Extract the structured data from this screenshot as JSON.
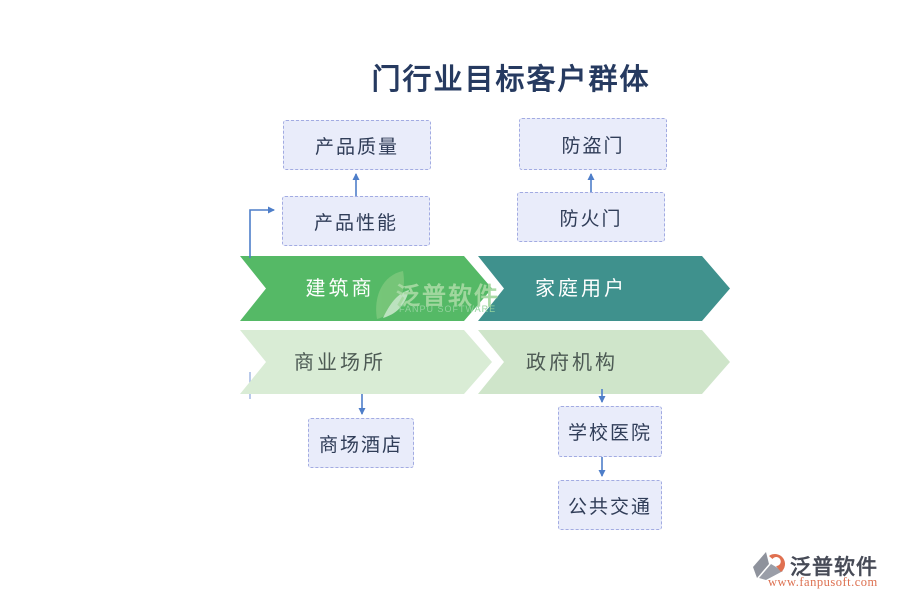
{
  "title": "门行业目标客户群体",
  "boxes": {
    "product_quality": "产品质量",
    "product_performance": "产品性能",
    "anti_theft_door": "防盗门",
    "fire_door": "防火门",
    "mall_hotel": "商场酒店",
    "school_hospital": "学校医院",
    "public_transport": "公共交通"
  },
  "arrows": {
    "builders": "建筑商",
    "home_users": "家庭用户",
    "commercial_places": "商业场所",
    "government_agencies": "政府机构"
  },
  "watermark": {
    "name": "泛普软件",
    "subtitle": "FANPU SOFTWARE"
  },
  "logo": {
    "name": "泛普软件",
    "url": "www.fanpusoft.com"
  },
  "colors": {
    "builders_arrow": "#55b966",
    "home_users_arrow": "#3f918d",
    "commercial_arrow": "#d9ecd5",
    "government_arrow": "#cfe5ca",
    "box_fill": "#e9ecfa",
    "box_border": "#a2abe2",
    "connector": "#4e7ec9",
    "title_text": "#263a60",
    "logo_orange": "#dd7050"
  }
}
